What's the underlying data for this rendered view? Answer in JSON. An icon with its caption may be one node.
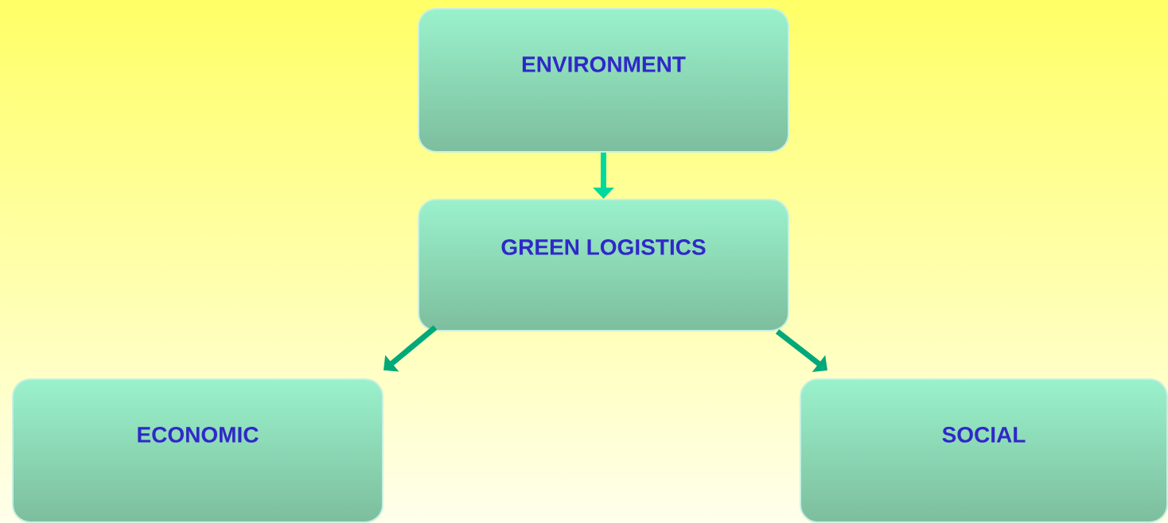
{
  "diagram": {
    "nodes": [
      {
        "text": [
          "ENVIRONMENT"
        ]
      },
      {
        "text": [
          "GREEN LOGISTICS"
        ]
      },
      {
        "text": [
          "ECONOMIC"
        ]
      },
      {
        "text": [
          "SOCIAL"
        ]
      }
    ],
    "edges": [
      {
        "from": 0,
        "to": 1,
        "arrow": "to",
        "color": "#00d89e"
      },
      {
        "from": 1,
        "to": 2,
        "arrow": "to"
      },
      {
        "from": 1,
        "to": 3,
        "arrow": "to"
      }
    ]
  }
}
